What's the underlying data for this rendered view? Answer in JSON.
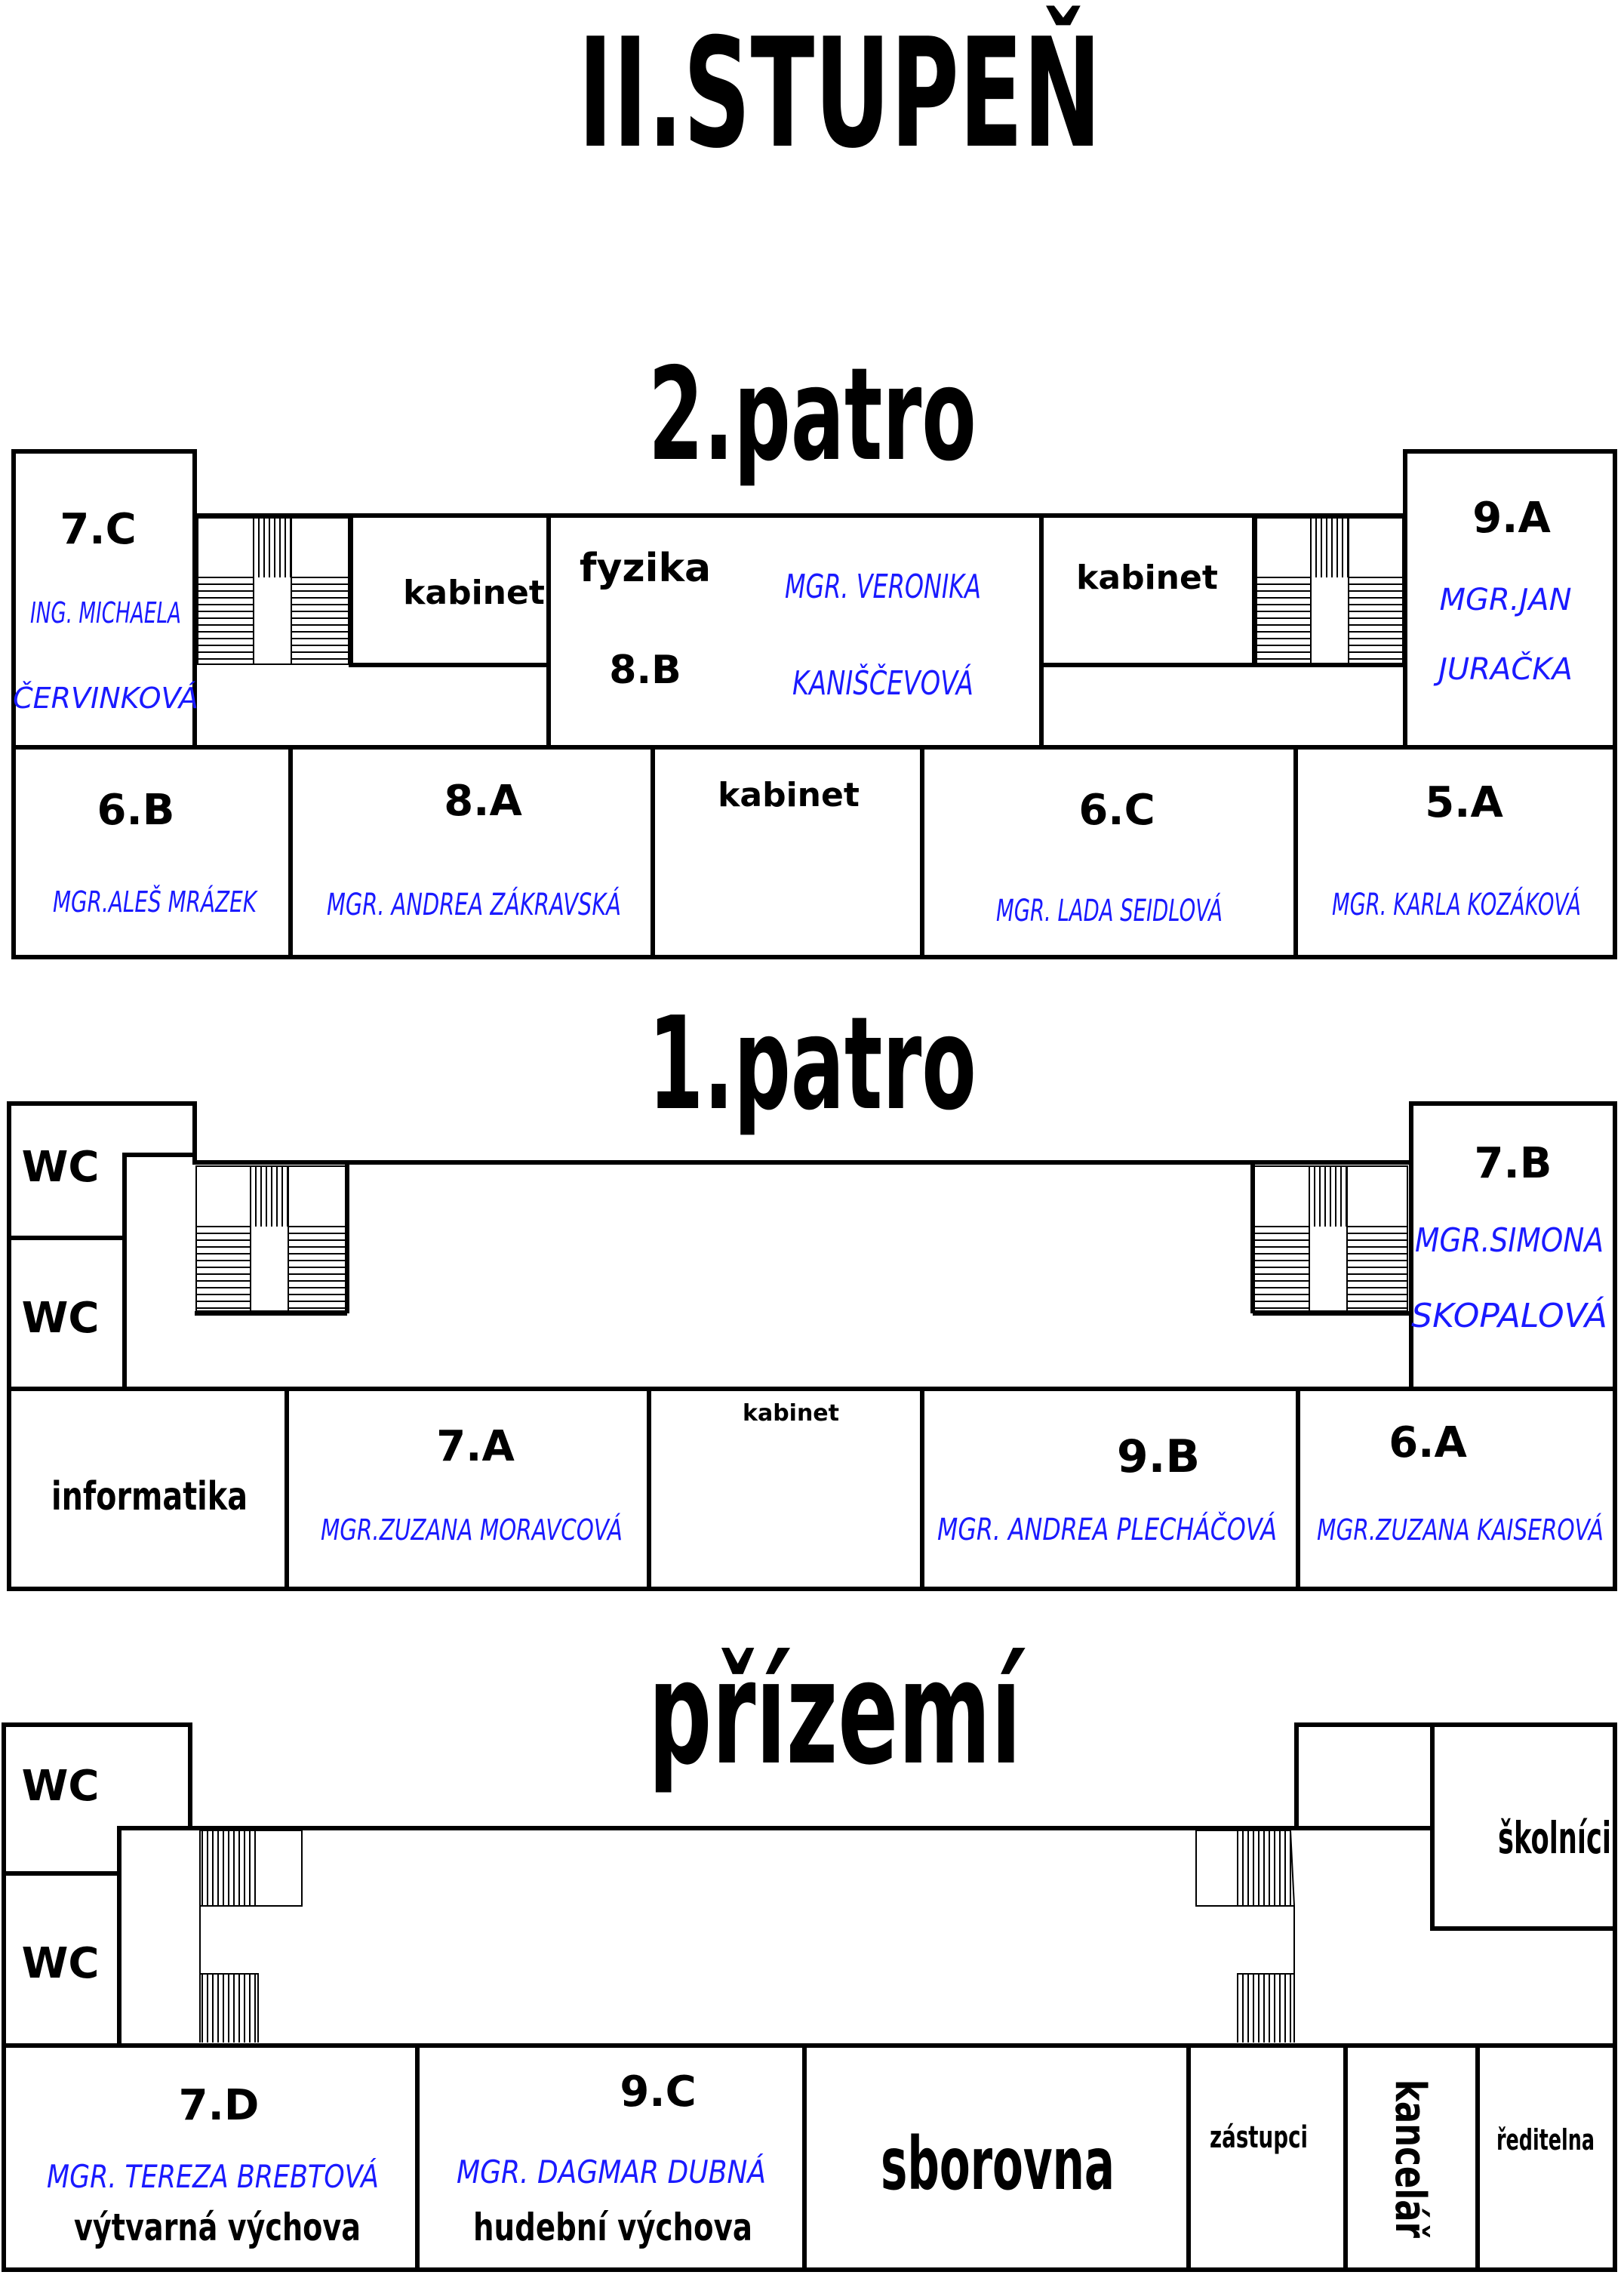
{
  "title": "II.STUPEŇ",
  "colors": {
    "teacher": "#1a1aff",
    "label": "#000000",
    "wall": "#000000"
  },
  "floors": {
    "second": {
      "heading": "2.patro",
      "rooms": {
        "c7": {
          "label": "7.C",
          "teacher": [
            "ING. MICHAELA",
            "ČERVINKOVÁ"
          ]
        },
        "kab_l": {
          "label": "kabinet"
        },
        "fyz": {
          "label": "fyzika",
          "label2": "8.B",
          "teacher": [
            "MGR. VERONIKA",
            "KANIŠČEVOVÁ"
          ]
        },
        "kab_r": {
          "label": "kabinet"
        },
        "a9": {
          "label": "9.A",
          "teacher": [
            "MGR.JAN",
            "JURAČKA"
          ]
        },
        "b6": {
          "label": "6.B",
          "teacher": "MGR.ALEŠ MRÁZEK"
        },
        "a8": {
          "label": "8.A",
          "teacher": "MGR. ANDREA ZÁKRAVSKÁ"
        },
        "kab_m": {
          "label": "kabinet"
        },
        "c6": {
          "label": "6.C",
          "teacher": "MGR. LADA SEIDLOVÁ"
        },
        "a5": {
          "label": "5.A",
          "teacher": "MGR. KARLA KOZÁKOVÁ"
        }
      }
    },
    "first": {
      "heading": "1.patro",
      "rooms": {
        "wc1": {
          "label": "WC"
        },
        "wc2": {
          "label": "WC"
        },
        "b7": {
          "label": "7.B",
          "teacher": [
            "MGR.SIMONA",
            "SKOPALOVÁ"
          ]
        },
        "inf": {
          "label": "informatika"
        },
        "a7": {
          "label": "7.A",
          "teacher": "MGR.ZUZANA MORAVCOVÁ"
        },
        "kab": {
          "label": "kabinet"
        },
        "b9": {
          "label": "9.B",
          "teacher": "MGR. ANDREA PLECHÁČOVÁ"
        },
        "a6": {
          "label": "6.A",
          "teacher": "MGR.ZUZANA KAISEROVÁ"
        }
      }
    },
    "ground": {
      "heading": "přízemí",
      "rooms": {
        "wc1": {
          "label": "WC"
        },
        "wc2": {
          "label": "WC"
        },
        "skolnici": {
          "label": "školníci"
        },
        "d7": {
          "label": "7.D",
          "teacher": "MGR. TEREZA BREBTOVÁ",
          "subject": "výtvarná výchova"
        },
        "c9": {
          "label": "9.C",
          "teacher": "MGR. DAGMAR DUBNÁ",
          "subject": "hudební výchova"
        },
        "sborovna": {
          "label": "sborovna"
        },
        "zastupci": {
          "label": "zástupci"
        },
        "kancelar": {
          "label": "kancelář"
        },
        "reditelna": {
          "label": "ředitelna"
        }
      }
    }
  }
}
